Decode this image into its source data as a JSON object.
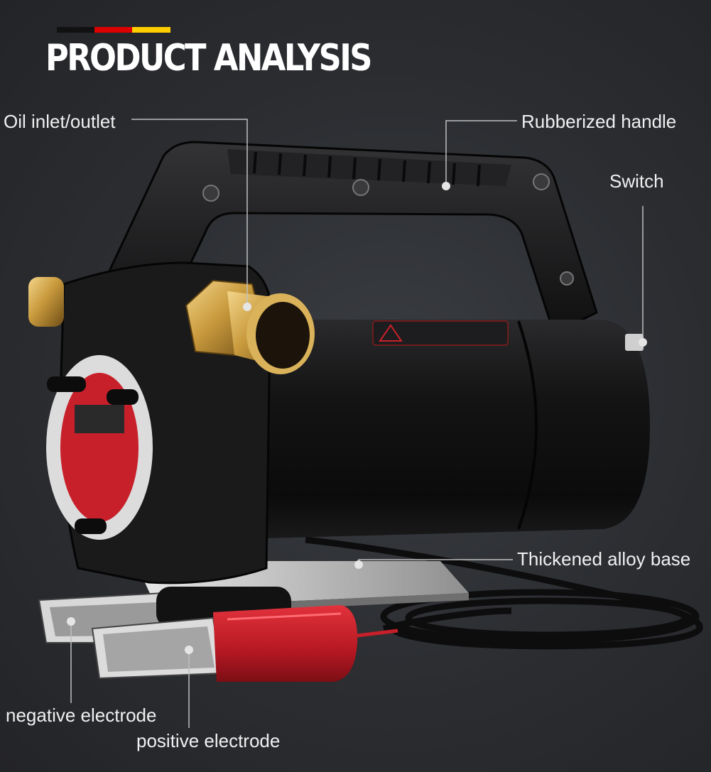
{
  "header": {
    "title": "PRODUCT ANALYSIS",
    "flag_colors": [
      "#111111",
      "#dd0000",
      "#ffce00"
    ]
  },
  "callouts": {
    "oil_inlet": "Oil inlet/outlet",
    "handle": "Rubberized handle",
    "switch": "Switch",
    "base": "Thickened alloy base",
    "negative": "negative electrode",
    "positive": "positive electrode"
  },
  "colors": {
    "background": "#2b2d31",
    "pump_body": "#141414",
    "brass": "#c99a3d",
    "clamp_red": "#c8202a",
    "leader_line": "#bfbfbf"
  }
}
